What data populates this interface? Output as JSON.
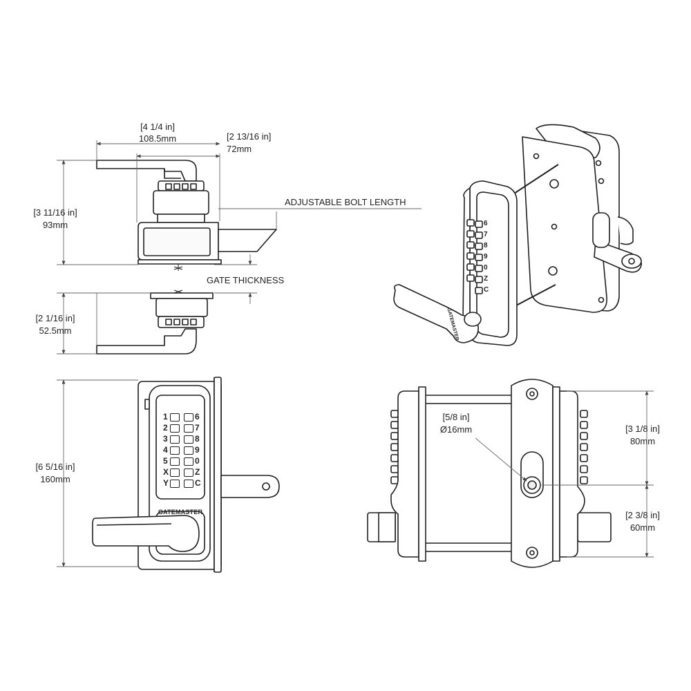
{
  "colors": {
    "ink": "#1f1f1f",
    "dim": "#555555",
    "paper": "#ffffff",
    "hilite": "#f4f4f4"
  },
  "top_view": {
    "width_in": "[4 1/4 in]",
    "width_mm": "108.5mm",
    "offset_in": "[2 13/16 in]",
    "offset_mm": "72mm",
    "bolt_label": "ADJUSTABLE BOLT LENGTH",
    "upper_in": "[3 11/16 in]",
    "upper_mm": "93mm",
    "gate_label": "GATE THICKNESS",
    "lower_in": "[2 1/16 in]",
    "lower_mm": "52.5mm"
  },
  "front_view": {
    "height_in": "[6 5/16 in]",
    "height_mm": "160mm",
    "brand": "GATEMASTER",
    "keys_left": [
      "1",
      "2",
      "3",
      "4",
      "5",
      "X",
      "Y"
    ],
    "keys_right": [
      "6",
      "7",
      "8",
      "9",
      "0",
      "Z",
      "C"
    ]
  },
  "rear_view": {
    "hole_in": "[5/8 in]",
    "hole_mm": "Ø16mm",
    "upper_in": "[3 1/8 in]",
    "upper_mm": "80mm",
    "lower_in": "[2 3/8 in]",
    "lower_mm": "60mm"
  },
  "iso_view": {
    "brand": "GATEMASTER",
    "keys_right": [
      "6",
      "7",
      "8",
      "9",
      "0",
      "Z",
      "C"
    ]
  }
}
